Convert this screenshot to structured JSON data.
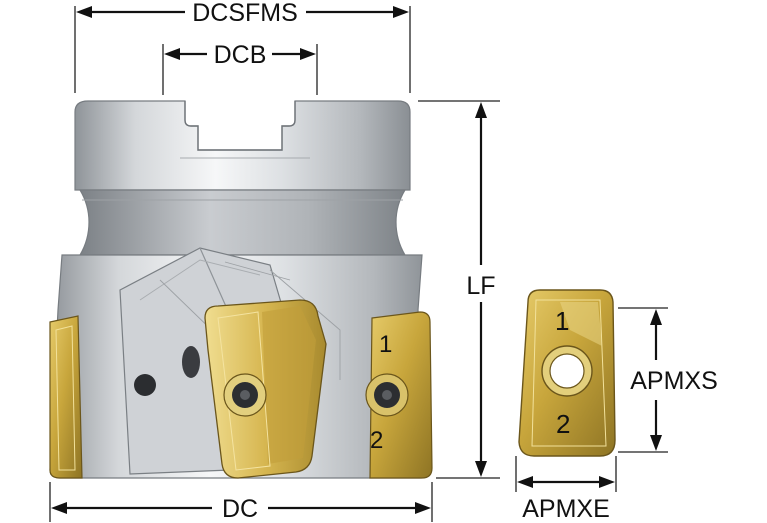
{
  "diagram": {
    "labels": {
      "dcsfms": "DCSFMS",
      "dcb": "DCB",
      "lf": "LF",
      "dc": "DC",
      "apmxs": "APMXS",
      "apmxe": "APMXE"
    },
    "insert_markings": {
      "top": "1",
      "bottom": "2"
    },
    "colors": {
      "steel_light": "#eceef0",
      "steel_mid": "#c4c8cc",
      "steel_dark": "#8c9196",
      "insert_gold": "#c8a63c",
      "insert_dark": "#7a6320",
      "dimension_line": "#111111"
    }
  }
}
